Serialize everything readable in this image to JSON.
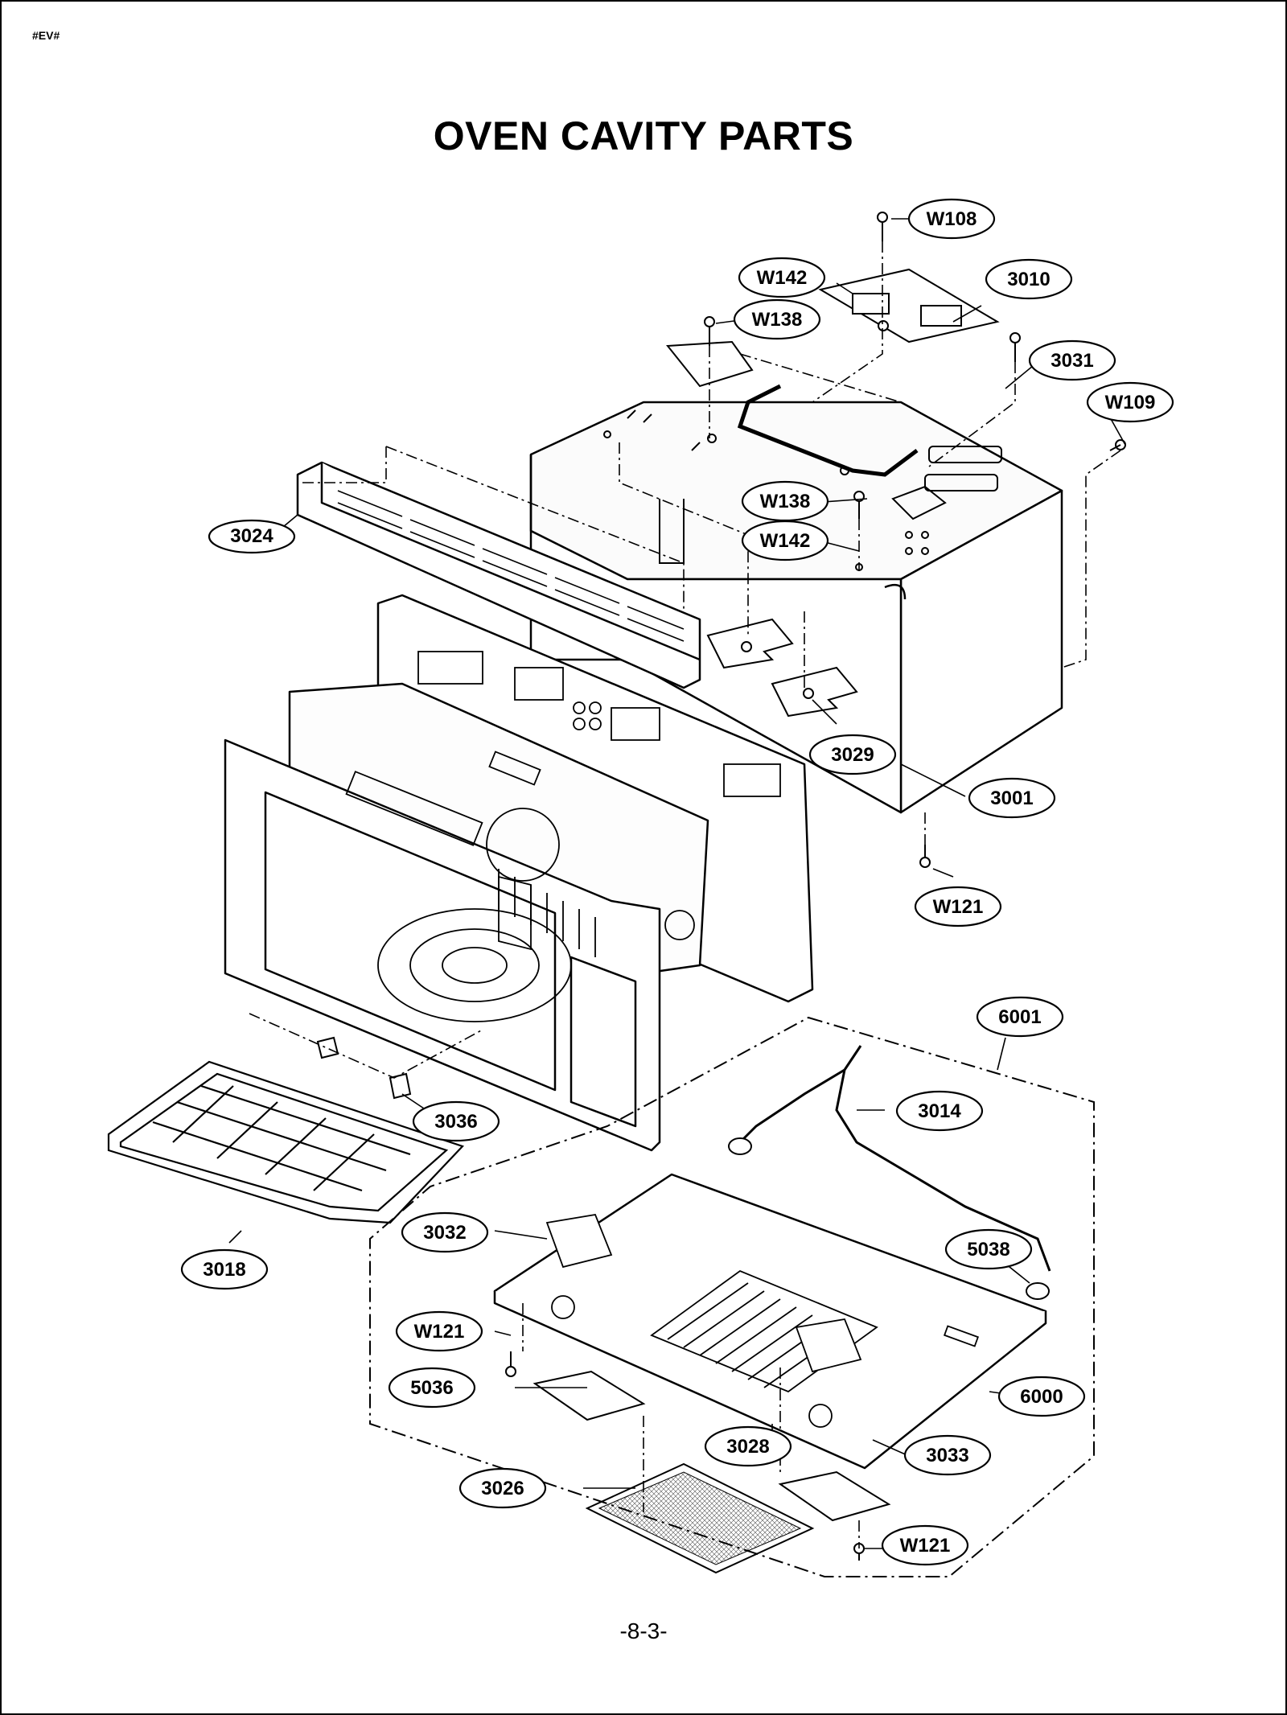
{
  "header": {
    "corner_tag": "#EV#",
    "title": "OVEN CAVITY PARTS"
  },
  "footer": {
    "page_number": "-8-3-"
  },
  "callouts": [
    {
      "id": "w108",
      "label": "W108"
    },
    {
      "id": "w142a",
      "label": "W142"
    },
    {
      "id": "p3010",
      "label": "3010"
    },
    {
      "id": "w138a",
      "label": "W138"
    },
    {
      "id": "p3031",
      "label": "3031"
    },
    {
      "id": "w109",
      "label": "W109"
    },
    {
      "id": "w138b",
      "label": "W138"
    },
    {
      "id": "w142b",
      "label": "W142"
    },
    {
      "id": "p3024",
      "label": "3024"
    },
    {
      "id": "p3029",
      "label": "3029"
    },
    {
      "id": "p3001",
      "label": "3001"
    },
    {
      "id": "w121a",
      "label": "W121"
    },
    {
      "id": "p6001",
      "label": "6001"
    },
    {
      "id": "p3014",
      "label": "3014"
    },
    {
      "id": "p3036",
      "label": "3036"
    },
    {
      "id": "p3018",
      "label": "3018"
    },
    {
      "id": "p3032",
      "label": "3032"
    },
    {
      "id": "p5038",
      "label": "5038"
    },
    {
      "id": "w121b",
      "label": "W121"
    },
    {
      "id": "p5036",
      "label": "5036"
    },
    {
      "id": "p6000",
      "label": "6000"
    },
    {
      "id": "p3028",
      "label": "3028"
    },
    {
      "id": "p3033",
      "label": "3033"
    },
    {
      "id": "p3026",
      "label": "3026"
    },
    {
      "id": "w121c",
      "label": "W121"
    }
  ]
}
